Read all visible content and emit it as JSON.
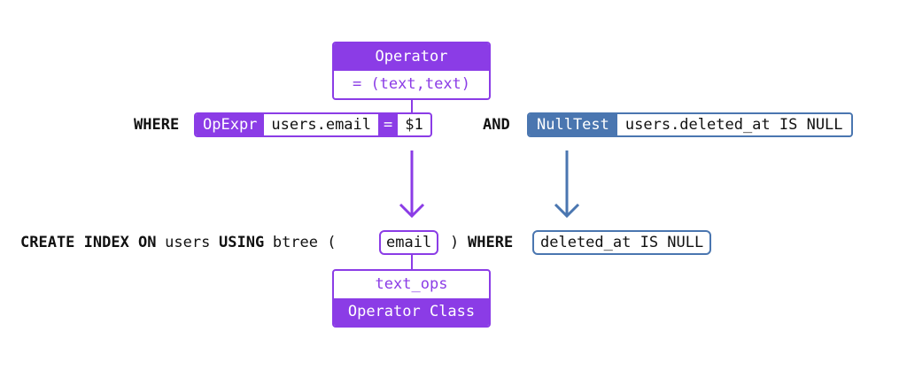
{
  "operator_box": {
    "header": "Operator",
    "signature": "= (text,text)"
  },
  "where_line": {
    "where_kw": "WHERE",
    "opexpr": {
      "tag": "OpExpr",
      "left": "users.email",
      "op": "=",
      "right": "$1"
    },
    "and_kw": "AND",
    "nulltest": {
      "tag": "NullTest",
      "expr": "users.deleted_at IS NULL"
    }
  },
  "index_line": {
    "create_kw": "CREATE INDEX ON",
    "table": "users",
    "using_kw": "USING",
    "method": "btree (",
    "column": "email",
    "close_paren": ")",
    "where_kw": "WHERE",
    "predicate": "deleted_at IS NULL"
  },
  "operator_class_box": {
    "value": "text_ops",
    "footer": "Operator Class"
  },
  "colors": {
    "purple": "#8b3ce6",
    "blue": "#4a76b0",
    "text": "#111111"
  }
}
